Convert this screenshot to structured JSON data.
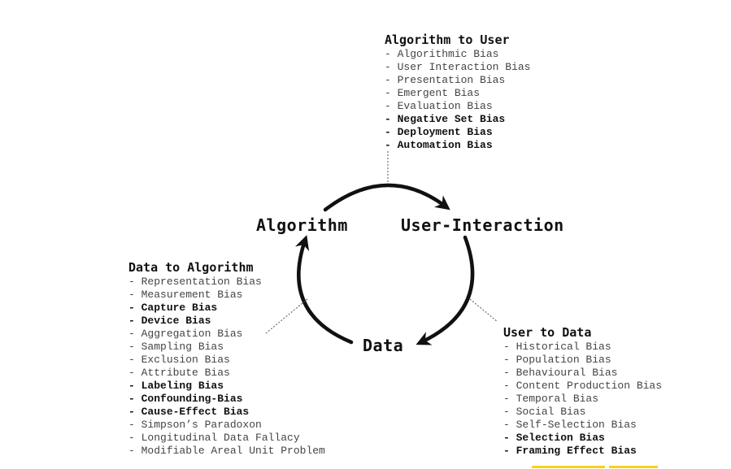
{
  "nodes": {
    "algorithm": "Algorithm",
    "user_interaction": "User-Interaction",
    "data": "Data"
  },
  "groups": {
    "algorithm_to_user": {
      "title": "Algorithm to User",
      "items": [
        {
          "label": "Algorithmic Bias",
          "bold": false
        },
        {
          "label": "User Interaction Bias",
          "bold": false
        },
        {
          "label": "Presentation Bias",
          "bold": false
        },
        {
          "label": "Emergent Bias",
          "bold": false
        },
        {
          "label": "Evaluation Bias",
          "bold": false
        },
        {
          "label": "Negative Set Bias",
          "bold": true
        },
        {
          "label": "Deployment Bias",
          "bold": true
        },
        {
          "label": "Automation Bias",
          "bold": true
        }
      ]
    },
    "data_to_algorithm": {
      "title": "Data to Algorithm",
      "items": [
        {
          "label": "Representation Bias",
          "bold": false
        },
        {
          "label": "Measurement Bias",
          "bold": false
        },
        {
          "label": "Capture Bias",
          "bold": true
        },
        {
          "label": "Device Bias",
          "bold": true
        },
        {
          "label": "Aggregation Bias",
          "bold": false
        },
        {
          "label": "Sampling Bias",
          "bold": false
        },
        {
          "label": "Exclusion Bias",
          "bold": false
        },
        {
          "label": "Attribute Bias",
          "bold": false
        },
        {
          "label": "Labeling Bias",
          "bold": true
        },
        {
          "label": "Confounding-Bias",
          "bold": true
        },
        {
          "label": "Cause-Effect Bias",
          "bold": true
        },
        {
          "label": "Simpson’s Paradoxon",
          "bold": false
        },
        {
          "label": "Longitudinal Data Fallacy",
          "bold": false
        },
        {
          "label": "Modifiable Areal Unit Problem",
          "bold": false
        }
      ]
    },
    "user_to_data": {
      "title": "User to Data",
      "items": [
        {
          "label": "Historical Bias",
          "bold": false
        },
        {
          "label": "Population Bias",
          "bold": false
        },
        {
          "label": "Behavioural Bias",
          "bold": false
        },
        {
          "label": "Content Production Bias",
          "bold": false
        },
        {
          "label": "Temporal Bias",
          "bold": false
        },
        {
          "label": "Social Bias",
          "bold": false
        },
        {
          "label": "Self-Selection Bias",
          "bold": false
        },
        {
          "label": "Selection Bias",
          "bold": true
        },
        {
          "label": "Framing Effect Bias",
          "bold": true
        }
      ]
    }
  },
  "colors": {
    "ink": "#111111",
    "muted_text": "#444444",
    "connector": "#555555",
    "highlight": "#f5d21a"
  }
}
